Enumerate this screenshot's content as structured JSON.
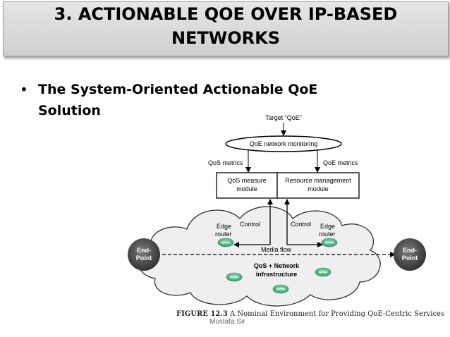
{
  "slide": {
    "title_line1": "3. ACTIONABLE QOE OVER IP-BASED",
    "title_line2": "NETWORKS",
    "bullet_line1": "The System-Oriented Actionable QoE",
    "bullet_line2": "Solution"
  },
  "diagram": {
    "target": "Target “QoE”",
    "monitoring": "QoE network monitoring",
    "qos_metrics": "QoS metrics",
    "qoe_metrics": "QoE metrics",
    "qos_module_l1": "QoS measure",
    "qos_module_l2": "module",
    "rm_module_l1": "Resource management",
    "rm_module_l2": "module",
    "control_left": "Control",
    "control_right": "Control",
    "edge_left_l1": "Edge",
    "edge_left_l2": "router",
    "edge_right_l1": "Edge",
    "edge_right_l2": "router",
    "media_flow": "Media flow",
    "infra_l1": "QoS + Network",
    "infra_l2": "infrastructure",
    "endpoint_left_l1": "End-",
    "endpoint_left_l2": "Point",
    "endpoint_right_l1": "End-",
    "endpoint_right_l2": "Point"
  },
  "caption": {
    "figure_label": "FIGURE 12.3",
    "text": "A Nominal Environment for Providing QoE-Centric Services"
  },
  "footer": "Mustafa Sir",
  "colors": {
    "router": "#5fbf8f",
    "endpoint": "#4d4d4d",
    "cloud": "#efefef"
  }
}
